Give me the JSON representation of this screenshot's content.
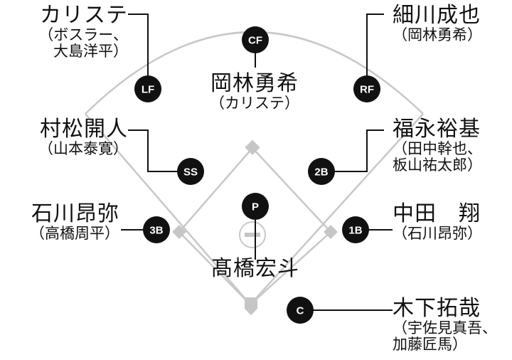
{
  "positions": {
    "lf": {
      "badge": "LF",
      "name": "カリステ",
      "sub1": "（ボスラー、",
      "sub2": "大島洋平）"
    },
    "cf": {
      "badge": "CF",
      "name": "岡林勇希",
      "sub1": "（カリステ）"
    },
    "rf": {
      "badge": "RF",
      "name": "細川成也",
      "sub1": "（岡林勇希）"
    },
    "ss": {
      "badge": "SS",
      "name": "村松開人",
      "sub1": "（山本泰寛）"
    },
    "second": {
      "badge": "2B",
      "name": "福永裕基",
      "sub1": "（田中幹也、",
      "sub2": "板山祐太郎）"
    },
    "third": {
      "badge": "3B",
      "name": "石川昂弥",
      "sub1": "（高橋周平）"
    },
    "first": {
      "badge": "1B",
      "name": "中田　翔",
      "sub1": "（石川昂弥）"
    },
    "pitcher": {
      "badge": "P",
      "name": "髙橋宏斗"
    },
    "catcher": {
      "badge": "C",
      "name": "木下拓哉",
      "sub1": "（宇佐見真吾、",
      "sub2": "加藤匠馬）"
    }
  }
}
